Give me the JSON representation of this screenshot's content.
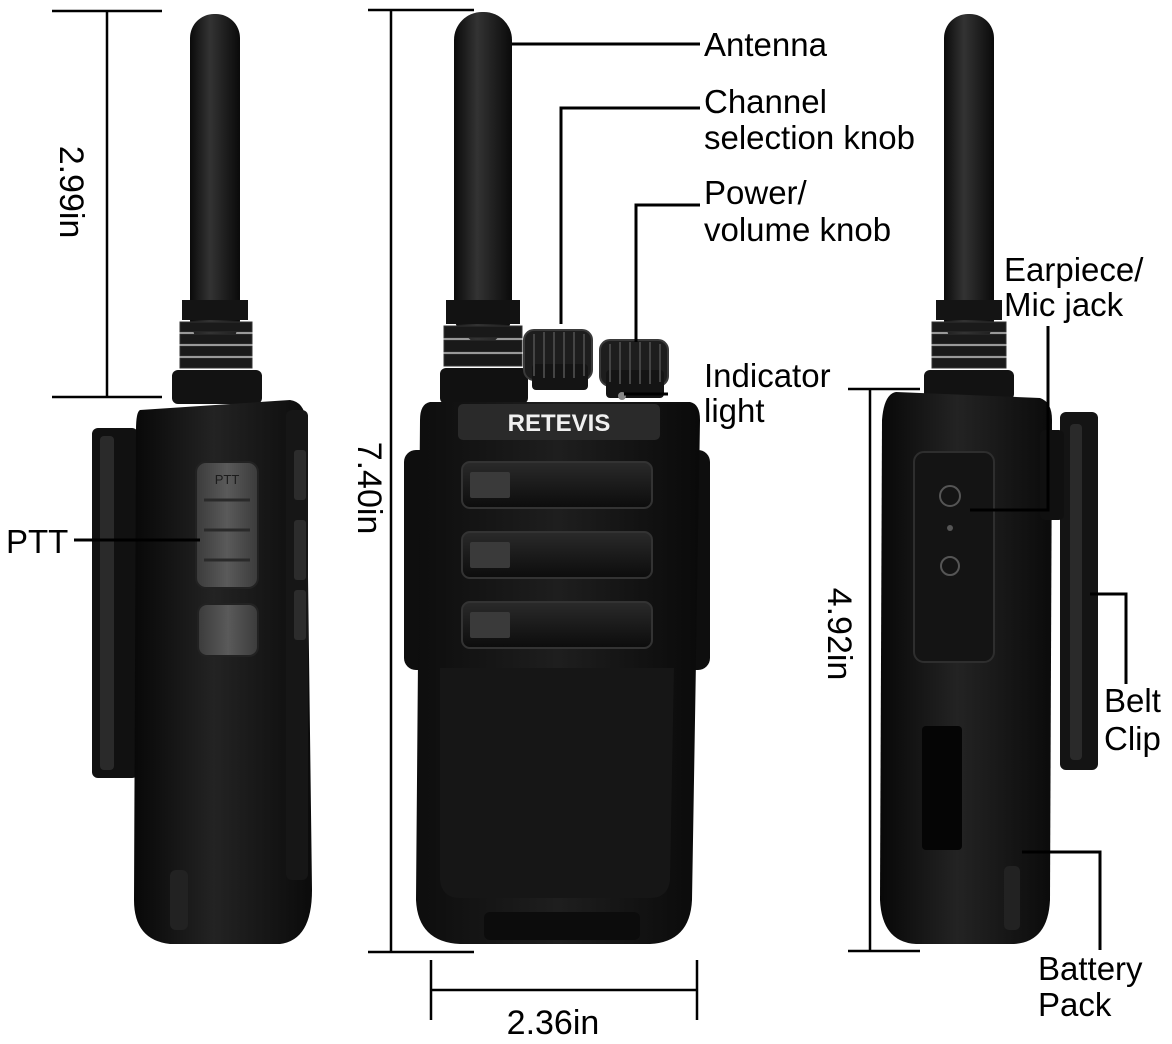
{
  "product": {
    "brand_logo": "RETEVIS",
    "ptt_key_text": "PTT"
  },
  "labels": {
    "antenna": "Antenna",
    "channel_knob_line1": "Channel",
    "channel_knob_line2": "selection knob",
    "power_knob_line1": "Power/",
    "power_knob_line2": "volume knob",
    "indicator_line1": "Indicator",
    "indicator_line2": "light",
    "earpiece_line1": "Earpiece/",
    "earpiece_line2": "Mic jack",
    "ptt": "PTT",
    "belt_line1": "Belt",
    "belt_line2": "Clip",
    "battery_line1": "Battery",
    "battery_line2": "Pack"
  },
  "dimensions": {
    "antenna_length": "2.99in",
    "total_height": "7.40in",
    "body_height": "4.92in",
    "width": "2.36in"
  }
}
